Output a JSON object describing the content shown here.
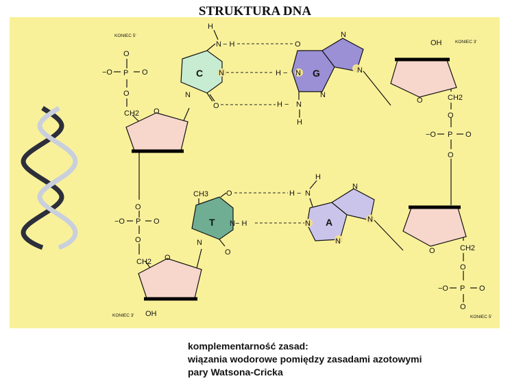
{
  "title": "STRUKTURA DNA",
  "caption": {
    "line1": "komplementarność zasad:",
    "line2": "wiązania wodorowe pomiędzy zasadami azotowymi",
    "line3": "pary Watsona-Cricka"
  },
  "strand_ends": {
    "top_left": "KONIEC 5'",
    "top_right": "KONIEC 3'",
    "bottom_left": "KONIEC 3'",
    "bottom_right": "KONIEC 5'"
  },
  "bases": {
    "c": "C",
    "g": "G",
    "t": "T",
    "a": "A"
  },
  "atoms": {
    "o": "O",
    "n": "N",
    "h": "H",
    "p": "P",
    "oh": "OH",
    "ch2": "CH2",
    "ch3": "CH3",
    "o_minus": "−O",
    "minus_o": "O−",
    "h_bond_left": "H −",
    "h_bond_right": "− H",
    "n_h": "N − H"
  },
  "colors": {
    "panel": "#f9f19a",
    "cytosine": "#c7ecd1",
    "guanine": "#9b8fd6",
    "thymine": "#6fae93",
    "adenine": "#cbc4ea",
    "sugar": "#f7d6cb",
    "nitrogen_marker": "#efe08c"
  }
}
